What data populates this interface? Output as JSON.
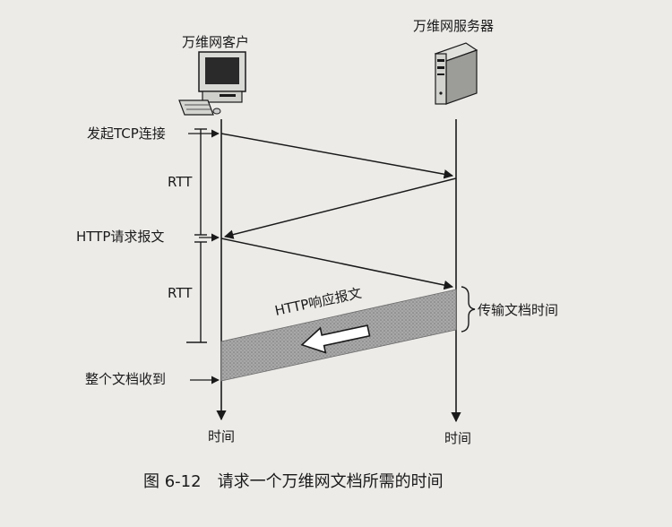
{
  "client_label": "万维网客户",
  "server_label": "万维网服务器",
  "events": {
    "tcp_connect": "发起TCP连接",
    "http_request": "HTTP请求报文",
    "doc_received": "整个文档收到"
  },
  "intervals": {
    "rtt_1": "RTT",
    "rtt_2": "RTT",
    "transfer": "传输文档时间"
  },
  "response_label": "HTTP响应报文",
  "time_axis": {
    "client": "时间",
    "server": "时间"
  },
  "caption": "图 6-12　请求一个万维网文档所需的时间",
  "colors": {
    "background": "#ecebe8",
    "ink": "#1a1a1a",
    "response_band": "#9a9a9a"
  },
  "icons": [
    "desktop-computer-icon",
    "server-tower-icon"
  ]
}
